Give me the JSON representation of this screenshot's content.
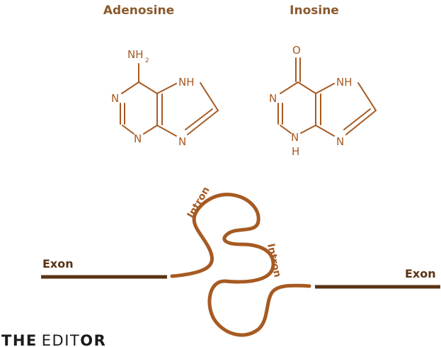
{
  "molecules": [
    {
      "name": "Adenosine",
      "top_group_main": "NH",
      "top_group_sub": "2",
      "atoms": [
        "N",
        "N",
        "N",
        "NH"
      ]
    },
    {
      "name": "Inosine",
      "top_group": "O",
      "atoms": [
        "N",
        "N",
        "H",
        "N",
        "NH"
      ]
    }
  ],
  "strand": {
    "exon_left": "Exon",
    "exon_right": "Exon",
    "intron_1": "Intron",
    "intron_2": "Intron"
  },
  "brand": {
    "part1": "THE",
    "part2": "EDIT",
    "part3": "OR"
  },
  "colors": {
    "exon": "#5a3416",
    "intron": "#a65a22",
    "atoms": "#a65a22",
    "title": "#8a5a2e",
    "brand": "#1b1b1b"
  }
}
